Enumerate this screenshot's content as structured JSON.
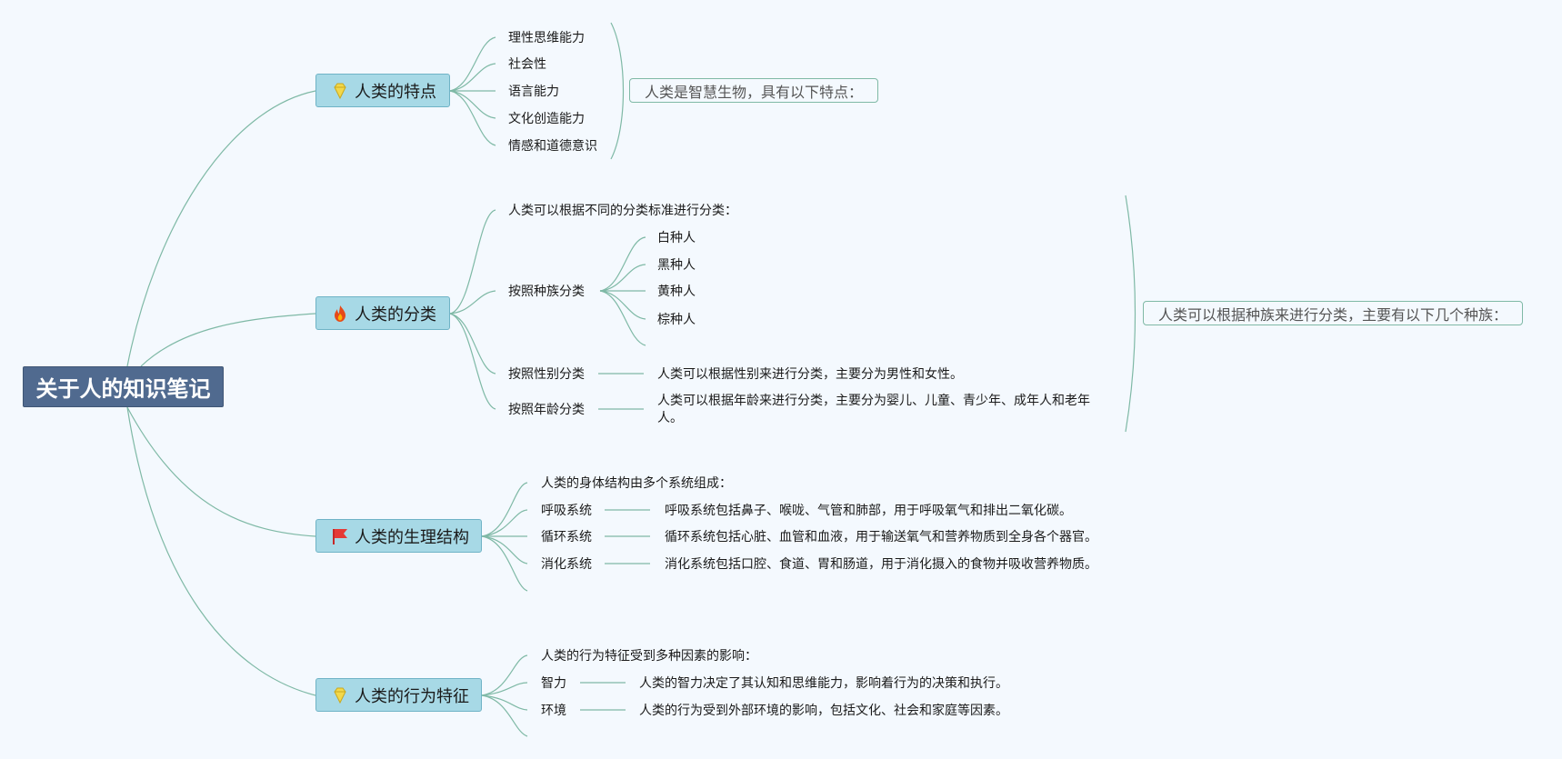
{
  "root": {
    "title": "关于人的知识笔记"
  },
  "topics": [
    {
      "title": "人类的特点",
      "icon": "diamond-icon",
      "items": [
        "理性思维能力",
        "社会性",
        "语言能力",
        "文化创造能力",
        "情感和道德意识"
      ],
      "summary": "人类是智慧生物，具有以下特点："
    },
    {
      "title": "人类的分类",
      "icon": "fire-icon",
      "intro": "人类可以根据不同的分类标准进行分类：",
      "race": {
        "label": "按照种族分类",
        "items": [
          "白种人",
          "黑种人",
          "黄种人",
          "棕种人"
        ]
      },
      "gender": {
        "label": "按照性别分类",
        "desc": "人类可以根据性别来进行分类，主要分为男性和女性。"
      },
      "age": {
        "label": "按照年龄分类",
        "desc": "人类可以根据年龄来进行分类，主要分为婴儿、儿童、青少年、成年人和老年人。"
      },
      "summary": "人类可以根据种族来进行分类，主要有以下几个种族："
    },
    {
      "title": "人类的生理结构",
      "icon": "red-flag-icon",
      "intro": "人类的身体结构由多个系统组成：",
      "systems": [
        {
          "label": "呼吸系统",
          "desc": "呼吸系统包括鼻子、喉咙、气管和肺部，用于呼吸氧气和排出二氧化碳。"
        },
        {
          "label": "循环系统",
          "desc": "循环系统包括心脏、血管和血液，用于输送氧气和营养物质到全身各个器官。"
        },
        {
          "label": "消化系统",
          "desc": "消化系统包括口腔、食道、胃和肠道，用于消化摄入的食物并吸收营养物质。"
        }
      ]
    },
    {
      "title": "人类的行为特征",
      "icon": "diamond-icon",
      "intro": "人类的行为特征受到多种因素的影响：",
      "factors": [
        {
          "label": "智力",
          "desc": "人类的智力决定了其认知和思维能力，影响着行为的决策和执行。"
        },
        {
          "label": "环境",
          "desc": "人类的行为受到外部环境的影响，包括文化、社会和家庭等因素。"
        }
      ]
    }
  ],
  "colors": {
    "root_bg": "#506a8f",
    "topic_bg": "#a7d9e6",
    "connector": "#7fb9a6",
    "background": "#f4f9fe"
  }
}
